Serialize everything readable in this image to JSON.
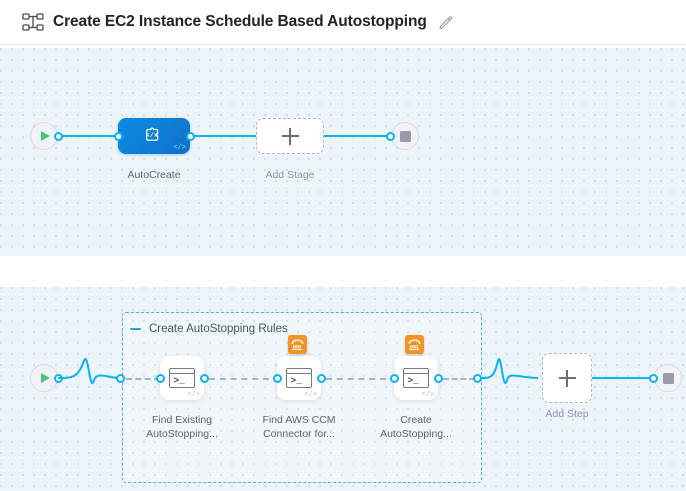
{
  "header": {
    "icon": "pipeline-icon",
    "title": "Create EC2 Instance Schedule Based Autostopping",
    "edit_icon": "pencil-edit-icon"
  },
  "stage_canvas": {
    "start_node": {
      "icon": "play-triangle-icon",
      "name": "pipeline-start"
    },
    "end_node": {
      "icon": "stop-square-icon",
      "name": "pipeline-end"
    },
    "stages": [
      {
        "label": "AutoCreate",
        "icon": "puzzle-code-icon",
        "badge": "</>",
        "type": "custom-stage"
      }
    ],
    "add_stage": {
      "label": "Add Stage",
      "icon": "plus-icon"
    }
  },
  "step_canvas": {
    "start_node": {
      "icon": "play-triangle-icon",
      "name": "execution-start"
    },
    "end_node": {
      "icon": "stop-square-icon",
      "name": "execution-end"
    },
    "group": {
      "title": "Create AutoStopping Rules",
      "collapse_icon": "minus-icon"
    },
    "steps": [
      {
        "label": "Find Existing\nAutoStopping...",
        "icon": "shell-terminal-icon",
        "badge": "</>",
        "connector_badge": null
      },
      {
        "label": "Find AWS CCM\nConnector for...",
        "icon": "shell-terminal-icon",
        "badge": "</>",
        "connector_badge": "aws-logo-icon"
      },
      {
        "label": "Create\nAutoStopping...",
        "icon": "shell-terminal-icon",
        "badge": "</>",
        "connector_badge": "aws-logo-icon"
      }
    ],
    "add_step": {
      "label": "Add Step",
      "icon": "plus-icon"
    }
  },
  "colors": {
    "canvas_bg": "#eef5fa",
    "canvas_dot": "#cfdde8",
    "link_blue": "#0ab4f0",
    "stage_blue": "#0d7fd6",
    "group_border": "#3ab6ea",
    "aws_orange": "#f59426",
    "start_green": "#4dc47d",
    "stop_grey": "#9a9aab",
    "title_text": "#22222a",
    "caption_text": "#5c6573"
  }
}
